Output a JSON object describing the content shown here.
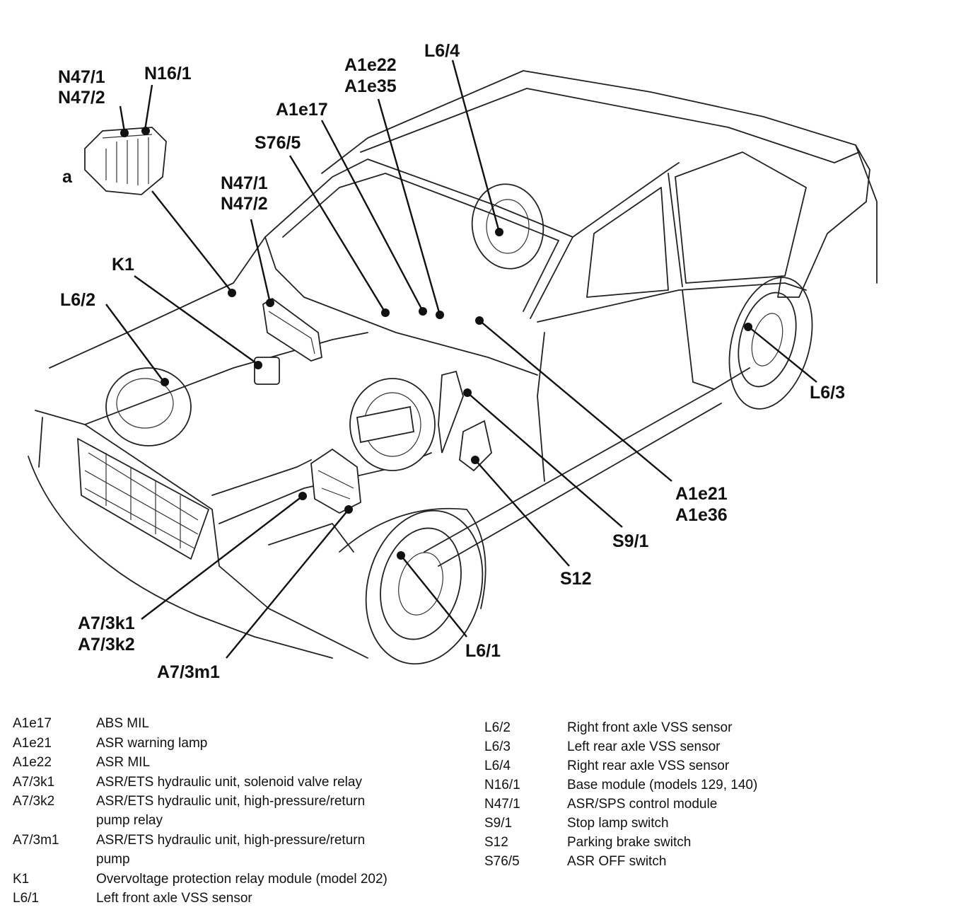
{
  "diagram": {
    "label_a": "a",
    "callouts": {
      "n47_n16_left": [
        "N47/1",
        "N47/2"
      ],
      "n16": "N16/1",
      "k1": "K1",
      "l6_2": "L6/2",
      "n47_center": [
        "N47/1",
        "N47/2"
      ],
      "s76_5": "S76/5",
      "a1e17": "A1e17",
      "a1e22_35": [
        "A1e22",
        "A1e35"
      ],
      "l6_4": "L6/4",
      "l6_3": "L6/3",
      "a1e21_36": [
        "A1e21",
        "A1e36"
      ],
      "s9_1": "S9/1",
      "s12": "S12",
      "l6_1": "L6/1",
      "a7_3k": [
        "A7/3k1",
        "A7/3k2"
      ],
      "a7_3m1": "A7/3m1"
    }
  },
  "legend": {
    "left": [
      {
        "code": "A1e17",
        "desc": "ABS MIL"
      },
      {
        "code": "A1e21",
        "desc": "ASR warning lamp"
      },
      {
        "code": "A1e22",
        "desc": "ASR MIL"
      },
      {
        "code": "A7/3k1",
        "desc": "ASR/ETS hydraulic unit, solenoid valve relay"
      },
      {
        "code": "A7/3k2",
        "desc": "ASR/ETS hydraulic unit, high-pressure/return",
        "desc2": "pump relay"
      },
      {
        "code": "A7/3m1",
        "desc": "ASR/ETS hydraulic unit, high-pressure/return",
        "desc2": "pump"
      },
      {
        "code": "K1",
        "desc": "Overvoltage protection relay module (model 202)"
      },
      {
        "code": "L6/1",
        "desc": "Left front axle VSS sensor"
      }
    ],
    "right": [
      {
        "code": "L6/2",
        "desc": "Right front axle VSS sensor"
      },
      {
        "code": "L6/3",
        "desc": "Left rear axle VSS sensor"
      },
      {
        "code": "L6/4",
        "desc": "Right rear axle VSS sensor"
      },
      {
        "code": "N16/1",
        "desc": "Base module (models 129, 140)"
      },
      {
        "code": "N47/1",
        "desc": "ASR/SPS control module"
      },
      {
        "code": "S9/1",
        "desc": "Stop lamp switch"
      },
      {
        "code": "S12",
        "desc": "Parking brake switch"
      },
      {
        "code": "S76/5",
        "desc": "ASR OFF switch"
      }
    ]
  }
}
